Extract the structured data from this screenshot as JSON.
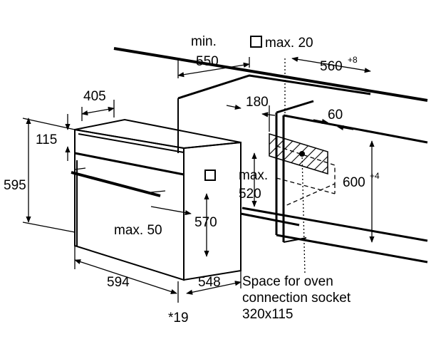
{
  "dimensions": {
    "min_label": "min.",
    "min_value": "550",
    "max_square_label": "max. 20",
    "width_cutout": "560",
    "width_cutout_tol": "+8",
    "depth_405": "405",
    "d180": "180",
    "d60": "60",
    "d115": "115",
    "height_595": "595",
    "max_label": "max.",
    "max_520": "520",
    "height_600": "600",
    "height_600_tol": "+4",
    "max50": "max. 50",
    "d570": "570",
    "width_594": "594",
    "depth_548": "548",
    "footnote_19": "*19"
  },
  "socket_note": {
    "line1": "Space for oven",
    "line2": "connection socket",
    "line3": "320x115"
  }
}
